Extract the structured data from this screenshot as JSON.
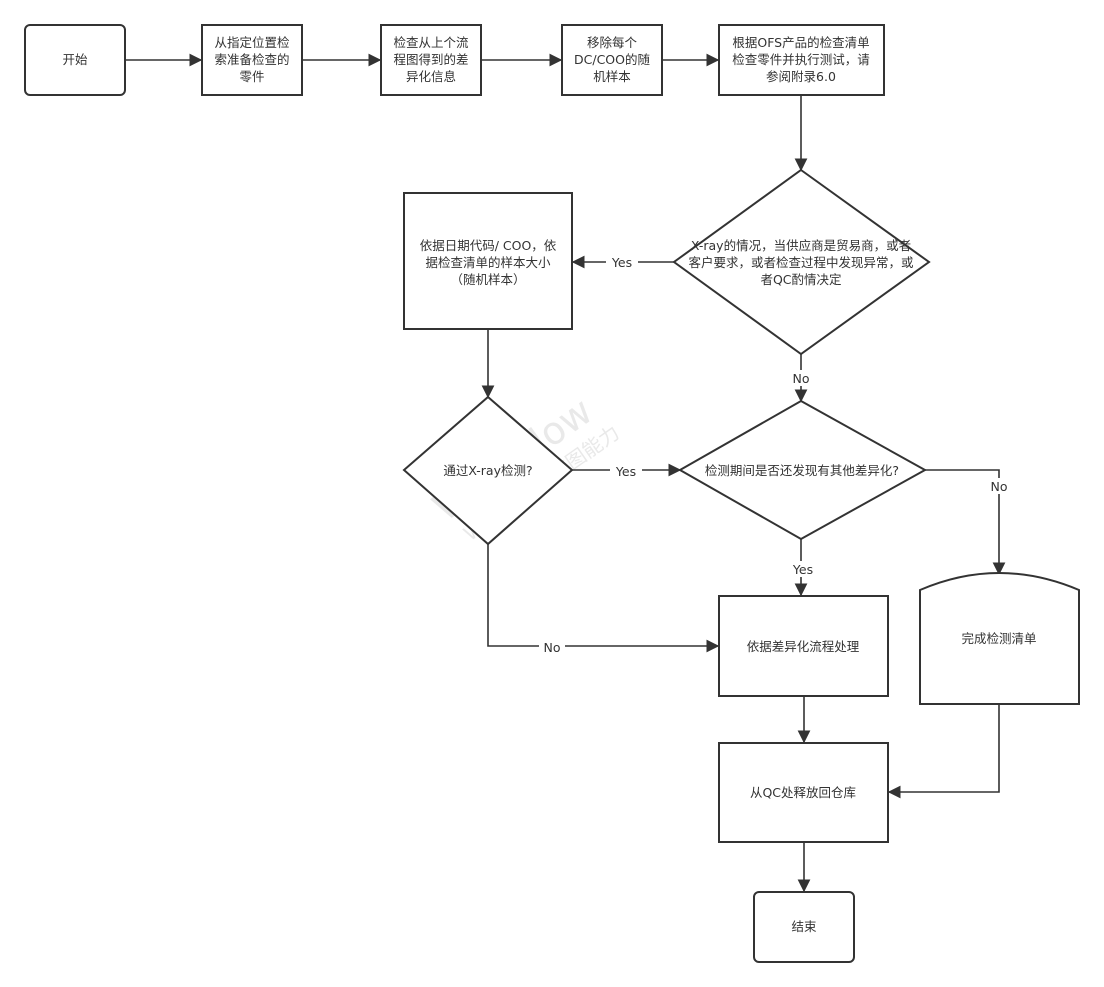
{
  "nodes": {
    "start": {
      "lines": [
        "开始"
      ]
    },
    "prepare": {
      "lines": [
        "从指定位置检",
        "索准备检查的",
        "零件"
      ]
    },
    "check_diff": {
      "lines": [
        "检查从上个流",
        "程图得到的差",
        "异化信息"
      ]
    },
    "remove_sample": {
      "lines": [
        "移除每个",
        "DC/COO的随",
        "机样本"
      ]
    },
    "ofs_check": {
      "lines": [
        "根据OFS产品的检查清单",
        "检查零件并执行测试，请",
        "参阅附录6.0"
      ]
    },
    "xray_decision": {
      "lines": [
        "X-ray的情况，当供应商是贸易商，或者",
        "客户要求，或者检查过程中发现异常，或",
        "者QC酌情决定"
      ]
    },
    "sample_by_date": {
      "lines": [
        "依据日期代码/ COO，依",
        "据检查清单的样本大小",
        "（随机样本）"
      ]
    },
    "xray_pass": {
      "lines": [
        "通过X-ray检测?"
      ]
    },
    "other_diff": {
      "lines": [
        "检测期间是否还发现有其他差异化?"
      ]
    },
    "handle_diff": {
      "lines": [
        "依据差异化流程处理"
      ]
    },
    "complete_list": {
      "lines": [
        "完成检测清单"
      ]
    },
    "release": {
      "lines": [
        "从QC处释放回仓库"
      ]
    },
    "end": {
      "lines": [
        "结束"
      ]
    }
  },
  "edge_labels": {
    "xray_yes": "Yes",
    "xray_no": "No",
    "pass_yes": "Yes",
    "pass_no": "No",
    "other_yes": "Yes",
    "other_no": "No"
  },
  "watermark": {
    "big": "WPS Flow",
    "small": "WPS仅提供作图能力"
  },
  "colors": {
    "stroke": "#333333",
    "fill": "#ffffff",
    "text": "#333333"
  }
}
